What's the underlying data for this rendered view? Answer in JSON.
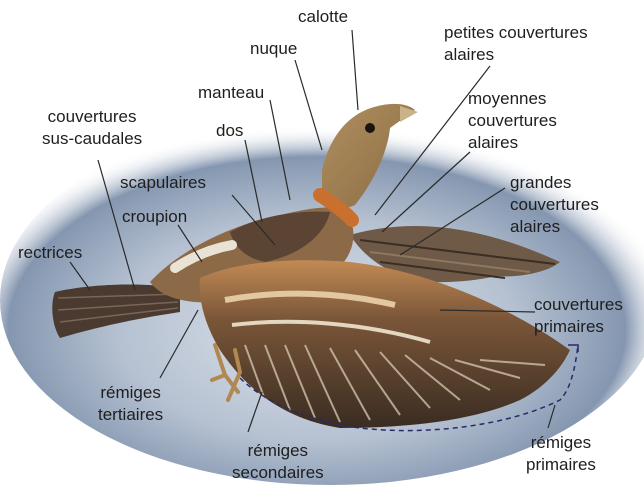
{
  "labels": {
    "calotte": [
      "calotte"
    ],
    "nuque": [
      "nuque"
    ],
    "petites_couvertures": [
      "petites couvertures",
      "alaires"
    ],
    "manteau": [
      "manteau"
    ],
    "moyennes_couvertures": [
      "moyennes",
      "couvertures",
      "alaires"
    ],
    "couvertures_sus_caudales": [
      "couvertures",
      "sus-caudales"
    ],
    "dos": [
      "dos"
    ],
    "scapulaires": [
      "scapulaires"
    ],
    "grandes_couvertures": [
      "grandes",
      "couvertures",
      "alaires"
    ],
    "croupion": [
      "croupion"
    ],
    "rectrices": [
      "rectrices"
    ],
    "couvertures_primaires": [
      "couvertures",
      "primaires"
    ],
    "remiges_tertiaires": [
      "rémiges",
      "tertiaires"
    ],
    "remiges_secondaires": [
      "rémiges",
      "secondaires"
    ],
    "remiges_primaires": [
      "rémiges",
      "primaires"
    ]
  },
  "colors": {
    "text": "#1e1e1e",
    "leader_line": "#2a2a2a",
    "background_vignette": "#5a6f8f"
  }
}
